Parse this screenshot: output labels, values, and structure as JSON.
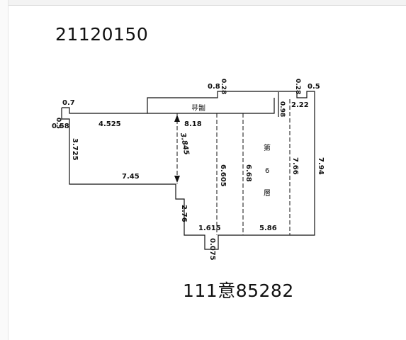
{
  "document": {
    "id_top": "21120150",
    "id_bottom": "111意85282"
  },
  "plan": {
    "floor_label_chars": [
      "第",
      "6",
      "層"
    ],
    "balcony_label": "陽台",
    "dimensions": {
      "d_0_7": "0.7",
      "d_0_5_left": "0.5",
      "d_0_58": "0.58",
      "d_4_525": "4.525",
      "d_3_725": "3.725",
      "d_7_45": "7.45",
      "d_3_845": "3.845",
      "d_2_76": "2.76",
      "d_1_615": "1.615",
      "d_0_075": "0.075",
      "d_8_18": "8.18",
      "d_6_605": "6.605",
      "d_6_68": "6.68",
      "d_5_86": "5.86",
      "d_7_66": "7.66",
      "d_7_94": "7.94",
      "d_0_8": "0.8",
      "d_0_28_mid": "0.28",
      "d_0_28_right": "0.28",
      "d_0_5_right": "0.5",
      "d_0_98": "0.98",
      "d_2_22": "2.22"
    }
  }
}
